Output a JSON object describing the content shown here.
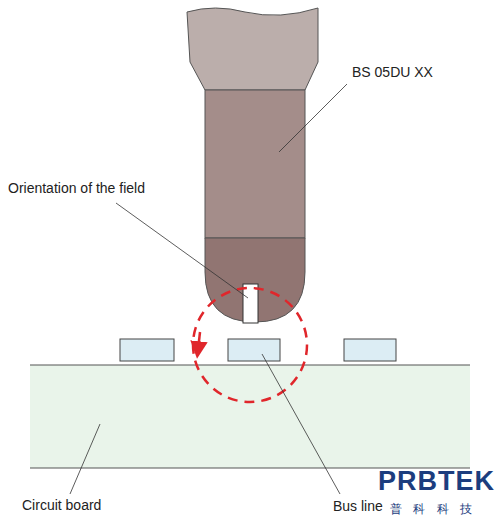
{
  "diagram": {
    "labels": [
      "BS 05DU XX",
      "Orientation of the field",
      "Circuit board",
      "Bus line",
      "PRBTEK",
      "普 科 科 技"
    ]
  }
}
